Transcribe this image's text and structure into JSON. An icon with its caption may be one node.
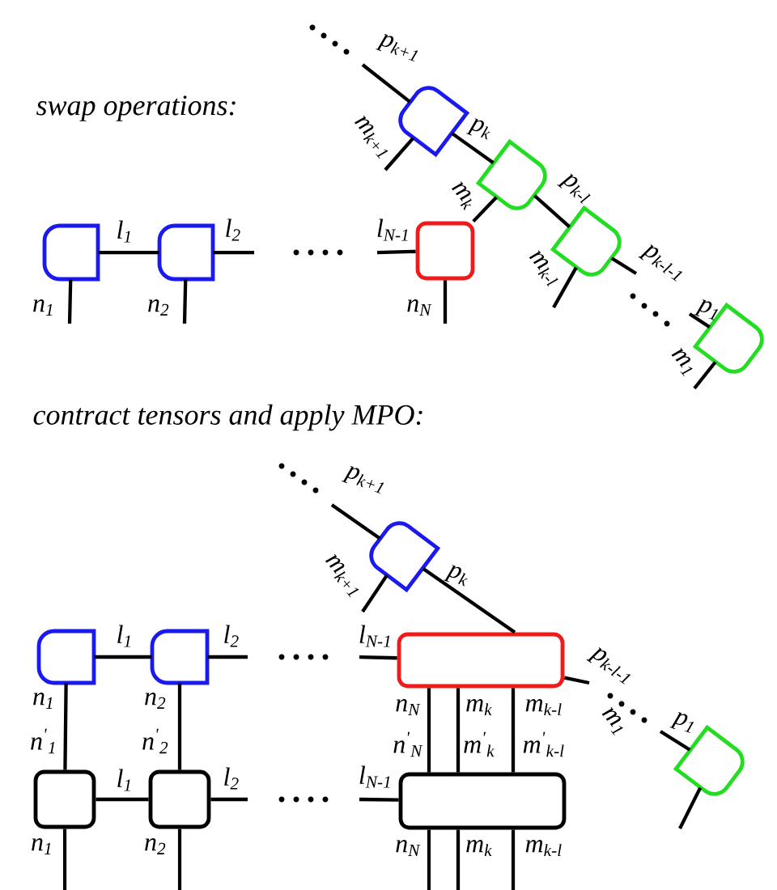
{
  "diagram": {
    "nodes": [
      {
        "text": [],
        "shape": "box"
      },
      {
        "text": [],
        "shape": "box"
      },
      {
        "text": [],
        "shape": "box"
      },
      {
        "text": [],
        "shape": "box"
      },
      {
        "text": [],
        "shape": "box"
      },
      {
        "text": [],
        "shape": "box"
      },
      {
        "text": [],
        "shape": "box"
      },
      {
        "text": [],
        "shape": "box"
      },
      {
        "text": [],
        "shape": "box"
      },
      {
        "text": [],
        "shape": "box"
      },
      {
        "text": [],
        "shape": "box"
      },
      {
        "text": [],
        "shape": "box"
      },
      {
        "text": [],
        "shape": "box"
      },
      {
        "text": [],
        "shape": "box"
      },
      {
        "text": [],
        "shape": "box"
      }
    ],
    "edges": [
      {
        "from": 0,
        "to": 1,
        "arrow": "none",
        "label": "l$_{1}$"
      },
      {
        "from": 1,
        "to": null,
        "arrow": "none",
        "label": "l$_{2}$"
      },
      {
        "from": null,
        "to": 2,
        "arrow": "none",
        "label": "l$_{N-1}$"
      },
      {
        "from": 0,
        "to": null,
        "arrow": "none",
        "label": "n$_{1}$"
      },
      {
        "from": 1,
        "to": null,
        "arrow": "none",
        "label": "n$_{2}$"
      },
      {
        "from": 2,
        "to": null,
        "arrow": "none",
        "label": "n$_{N}$"
      },
      {
        "from": 2,
        "to": 4,
        "arrow": "none",
        "label": "m$_{k}$"
      },
      {
        "from": null,
        "to": 3,
        "arrow": "none",
        "label": "p$_{k+1}$"
      },
      {
        "from": 3,
        "to": 4,
        "arrow": "none",
        "label": "p$_{k}$"
      },
      {
        "from": 4,
        "to": 5,
        "arrow": "none",
        "label": "p$_{k-l}$"
      },
      {
        "from": 5,
        "to": null,
        "arrow": "none",
        "label": "p$_{k-l-1}$"
      },
      {
        "from": null,
        "to": 6,
        "arrow": "none",
        "label": "p$_{1}$"
      },
      {
        "from": 3,
        "to": null,
        "arrow": "none",
        "label": "m$_{k+1}$"
      },
      {
        "from": 5,
        "to": null,
        "arrow": "none",
        "label": "m$_{k-l}$"
      },
      {
        "from": 6,
        "to": null,
        "arrow": "none",
        "label": "m$_{1}$"
      },
      {
        "from": null,
        "to": 7,
        "arrow": "none",
        "label": "p$_{k+1}$"
      },
      {
        "from": 7,
        "to": 10,
        "arrow": "none",
        "label": "p$_{k}$"
      },
      {
        "from": 7,
        "to": null,
        "arrow": "none",
        "label": "m$_{k+1}$"
      },
      {
        "from": 8,
        "to": 9,
        "arrow": "none",
        "label": "l$_{1}$"
      },
      {
        "from": 9,
        "to": null,
        "arrow": "none",
        "label": "l$_{2}$"
      },
      {
        "from": null,
        "to": 10,
        "arrow": "none",
        "label": "l$_{N-1}$"
      },
      {
        "from": 10,
        "to": null,
        "arrow": "none",
        "label": "p$_{k-l-1}$"
      },
      {
        "from": null,
        "to": 11,
        "arrow": "none",
        "label": "p$_{1}$"
      },
      {
        "from": 11,
        "to": null,
        "arrow": "none"
      },
      {
        "from": 8,
        "to": 12,
        "arrow": "none",
        "label": "n$_{1}$"
      },
      {
        "from": 9,
        "to": 13,
        "arrow": "none",
        "label": "n$_{2}$"
      },
      {
        "from": 12,
        "to": 13,
        "arrow": "none",
        "label": "l$_{1}$"
      },
      {
        "from": 13,
        "to": null,
        "arrow": "none",
        "label": "l$_{2}$"
      },
      {
        "from": null,
        "to": 14,
        "arrow": "none",
        "label": "l$_{N-1}$"
      },
      {
        "from": 10,
        "to": 14,
        "arrow": "none",
        "label": "n$_{N}$"
      },
      {
        "from": 10,
        "to": 14,
        "arrow": "none",
        "label": "m$_{k}$"
      },
      {
        "from": 10,
        "to": 14,
        "arrow": "none",
        "label": "m$_{k-l}$"
      },
      {
        "from": 12,
        "to": null,
        "arrow": "none",
        "label": "n$_{1}$"
      },
      {
        "from": 13,
        "to": null,
        "arrow": "none",
        "label": "n$_{2}$"
      },
      {
        "from": 14,
        "to": null,
        "arrow": "none",
        "label": "n$_{N}$"
      },
      {
        "from": 14,
        "to": null,
        "arrow": "none",
        "label": "m$_{k}$"
      },
      {
        "from": 14,
        "to": null,
        "arrow": "none",
        "label": "m$_{k-l}$"
      }
    ],
    "labels": [
      "swap operations:",
      "contract tensors and apply MPO:",
      "m$_{1}$",
      "n$^{'}$$_{1}$",
      "n$^{'}$$_{2}$",
      "n$^{'}$$_{N}$",
      "m$^{'}$$_{k}$",
      "m$^{'}$$_{k-l}$"
    ]
  }
}
